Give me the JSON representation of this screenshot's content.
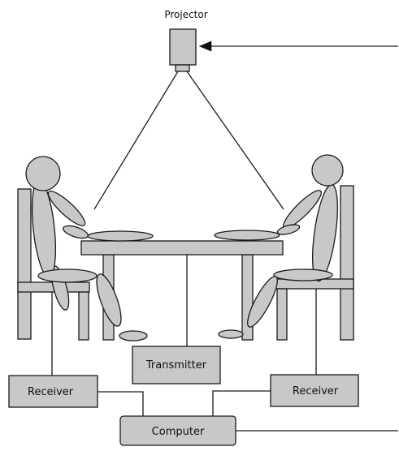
{
  "labels": {
    "projector": "Projector",
    "transmitter": "Transmitter",
    "receiver_left": "Receiver",
    "receiver_right": "Receiver",
    "computer": "Computer"
  },
  "colors": {
    "fill": "#c8c8c8",
    "stroke": "#1a1a1a",
    "background": "#ffffff"
  }
}
